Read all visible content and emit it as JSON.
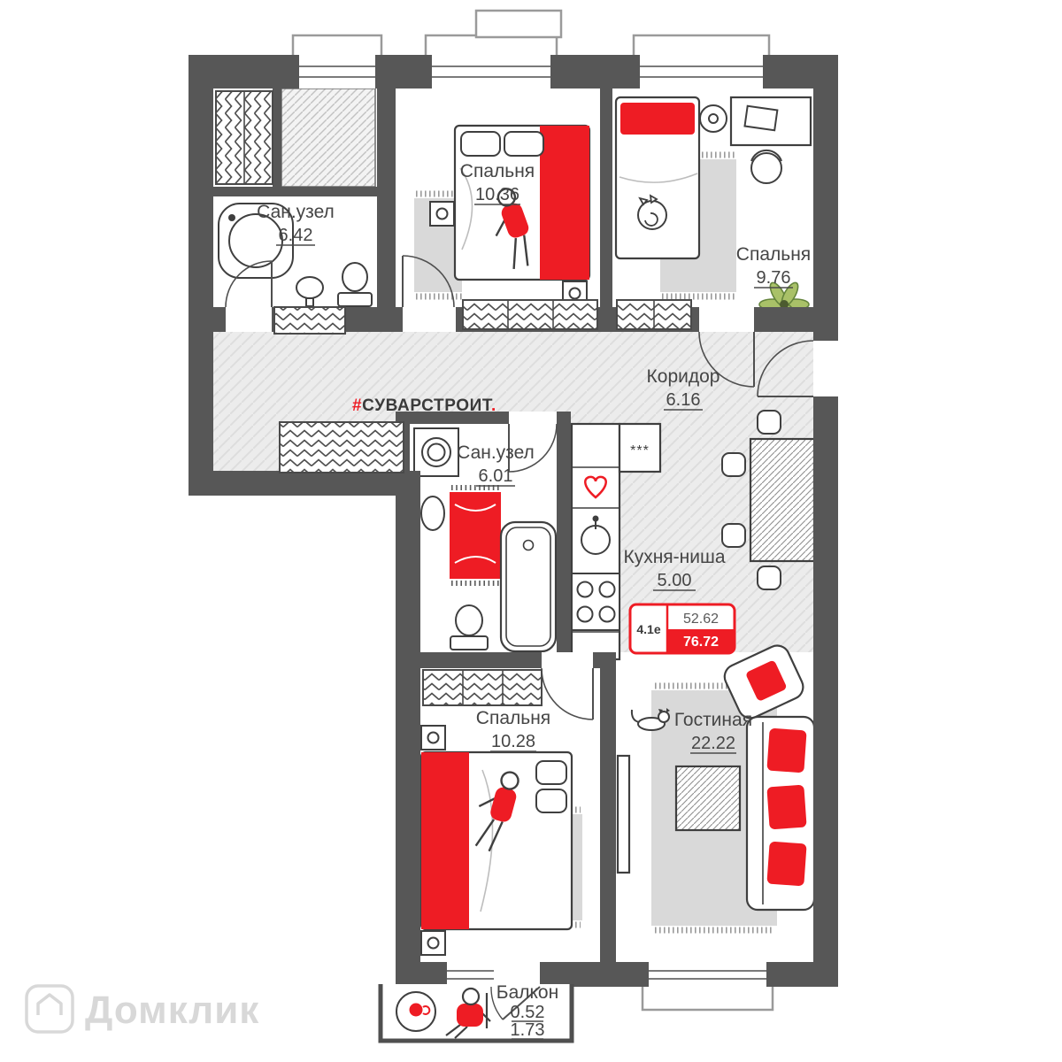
{
  "brand": {
    "hash": "#",
    "name": "СУВАРСТРОИТ",
    "dot": "."
  },
  "badge": {
    "plan_code": "4.1е",
    "living_area": "52.62",
    "total_area": "76.72"
  },
  "rooms": {
    "bathroom_top": {
      "name": "Сан.узел",
      "area": "6.42"
    },
    "bedroom_top": {
      "name": "Спальня",
      "area": "10.36"
    },
    "bedroom_right": {
      "name": "Спальня",
      "area": "9.76"
    },
    "corridor": {
      "name": "Коридор",
      "area": "6.16"
    },
    "bathroom_mid": {
      "name": "Сан.узел",
      "area": "6.01"
    },
    "kitchen": {
      "name": "Кухня-ниша",
      "area": "5.00"
    },
    "bedroom_bottom": {
      "name": "Спальня",
      "area": "10.28"
    },
    "living": {
      "name": "Гостиная",
      "area": "22.22"
    },
    "balcony": {
      "name": "Балкон",
      "area_small": "0.52",
      "area_full": "1.73"
    }
  },
  "decor": {
    "fridge_marks": "***"
  },
  "watermark": {
    "name": "Домклик"
  },
  "colors": {
    "accent_red": "#ee1c24",
    "wall": "#575757",
    "floor_hatch_bg": "#ececec",
    "line": "#3f3f3f",
    "watermark_gray": "#d8d8d8"
  }
}
